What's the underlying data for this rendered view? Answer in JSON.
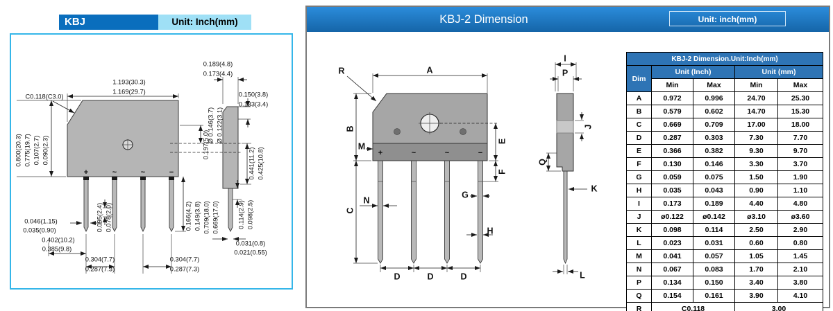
{
  "left_panel": {
    "title": "KBJ",
    "unit_label": "Unit: Inch(mm)",
    "pins": [
      "+",
      "~",
      "~",
      "−"
    ],
    "dim_labels": [
      "0.189(4.8)",
      "0.173(4.4)",
      "1.193(30.3)",
      "1.169(29.7)",
      "C0.118(C3.0)",
      "0.150(3.8)",
      "0.133(3.4)",
      "Ø 0.146(3.7)",
      "Ø 0.122(3.1)",
      "0.800(20.3)",
      "0.775(19.7)",
      "0.107(2.7)",
      "0.090(2.3)",
      "0.197(5.0)",
      "0.441(11.2)",
      "0.425(10.8)",
      "0.046(1.15)",
      "0.035(0.90)",
      "0.095(2.4)",
      "0.078(2.0)",
      "0.166(4.2)",
      "0.149(3.8)",
      "0.709(18.0)",
      "0.669(17.0)",
      "0.114(2.9)",
      "0.098(2.5)",
      "0.402(10.2)",
      "0.385(9.8)",
      "0.304(7.7)",
      "0.287(7.3)",
      "0.304(7.7)",
      "0.287(7.3)",
      "0.031(0.8)",
      "0.021(0.55)"
    ]
  },
  "right_panel": {
    "title": "KBJ-2 Dimension",
    "unit_label": "Unit: inch(mm)",
    "pins": [
      "+",
      "~",
      "~",
      "−"
    ],
    "letters": {
      "A": "A",
      "B": "B",
      "C": "C",
      "D": "D",
      "E": "E",
      "F": "F",
      "G": "G",
      "H": "H",
      "I": "I",
      "J": "J",
      "K": "K",
      "L": "L",
      "M": "M",
      "N": "N",
      "P": "P",
      "Q": "Q",
      "R": "R"
    },
    "table": {
      "title": "KBJ-2 Dimension.Unit:Inch(mm)",
      "dim_header": "Dim",
      "inch_header": "Unit (Inch)",
      "mm_header": "Unit (mm)",
      "min_label": "Min",
      "max_label": "Max",
      "rows": [
        {
          "dim": "A",
          "inch_min": "0.972",
          "inch_max": "0.996",
          "mm_min": "24.70",
          "mm_max": "25.30"
        },
        {
          "dim": "B",
          "inch_min": "0.579",
          "inch_max": "0.602",
          "mm_min": "14.70",
          "mm_max": "15.30"
        },
        {
          "dim": "C",
          "inch_min": "0.669",
          "inch_max": "0.709",
          "mm_min": "17.00",
          "mm_max": "18.00"
        },
        {
          "dim": "D",
          "inch_min": "0.287",
          "inch_max": "0.303",
          "mm_min": "7.30",
          "mm_max": "7.70"
        },
        {
          "dim": "E",
          "inch_min": "0.366",
          "inch_max": "0.382",
          "mm_min": "9.30",
          "mm_max": "9.70"
        },
        {
          "dim": "F",
          "inch_min": "0.130",
          "inch_max": "0.146",
          "mm_min": "3.30",
          "mm_max": "3.70"
        },
        {
          "dim": "G",
          "inch_min": "0.059",
          "inch_max": "0.075",
          "mm_min": "1.50",
          "mm_max": "1.90"
        },
        {
          "dim": "H",
          "inch_min": "0.035",
          "inch_max": "0.043",
          "mm_min": "0.90",
          "mm_max": "1.10"
        },
        {
          "dim": "I",
          "inch_min": "0.173",
          "inch_max": "0.189",
          "mm_min": "4.40",
          "mm_max": "4.80"
        },
        {
          "dim": "J",
          "inch_min": "ø0.122",
          "inch_max": "ø0.142",
          "mm_min": "ø3.10",
          "mm_max": "ø3.60"
        },
        {
          "dim": "K",
          "inch_min": "0.098",
          "inch_max": "0.114",
          "mm_min": "2.50",
          "mm_max": "2.90"
        },
        {
          "dim": "L",
          "inch_min": "0.023",
          "inch_max": "0.031",
          "mm_min": "0.60",
          "mm_max": "0.80"
        },
        {
          "dim": "M",
          "inch_min": "0.041",
          "inch_max": "0.057",
          "mm_min": "1.05",
          "mm_max": "1.45"
        },
        {
          "dim": "N",
          "inch_min": "0.067",
          "inch_max": "0.083",
          "mm_min": "1.70",
          "mm_max": "2.10"
        },
        {
          "dim": "P",
          "inch_min": "0.134",
          "inch_max": "0.150",
          "mm_min": "3.40",
          "mm_max": "3.80"
        },
        {
          "dim": "Q",
          "inch_min": "0.154",
          "inch_max": "0.161",
          "mm_min": "3.90",
          "mm_max": "4.10"
        }
      ],
      "r_row": {
        "dim": "R",
        "inch": "C0.118",
        "mm": "3.00"
      }
    }
  },
  "colors": {
    "header_blue": "#1b7fd1",
    "table_blue": "#2e74b5",
    "panel_cyan": "#35b6e9",
    "unit_cyan": "#9fe0f6",
    "title_blue": "#0a6ebd",
    "body_gray": "#a6a6a6"
  }
}
